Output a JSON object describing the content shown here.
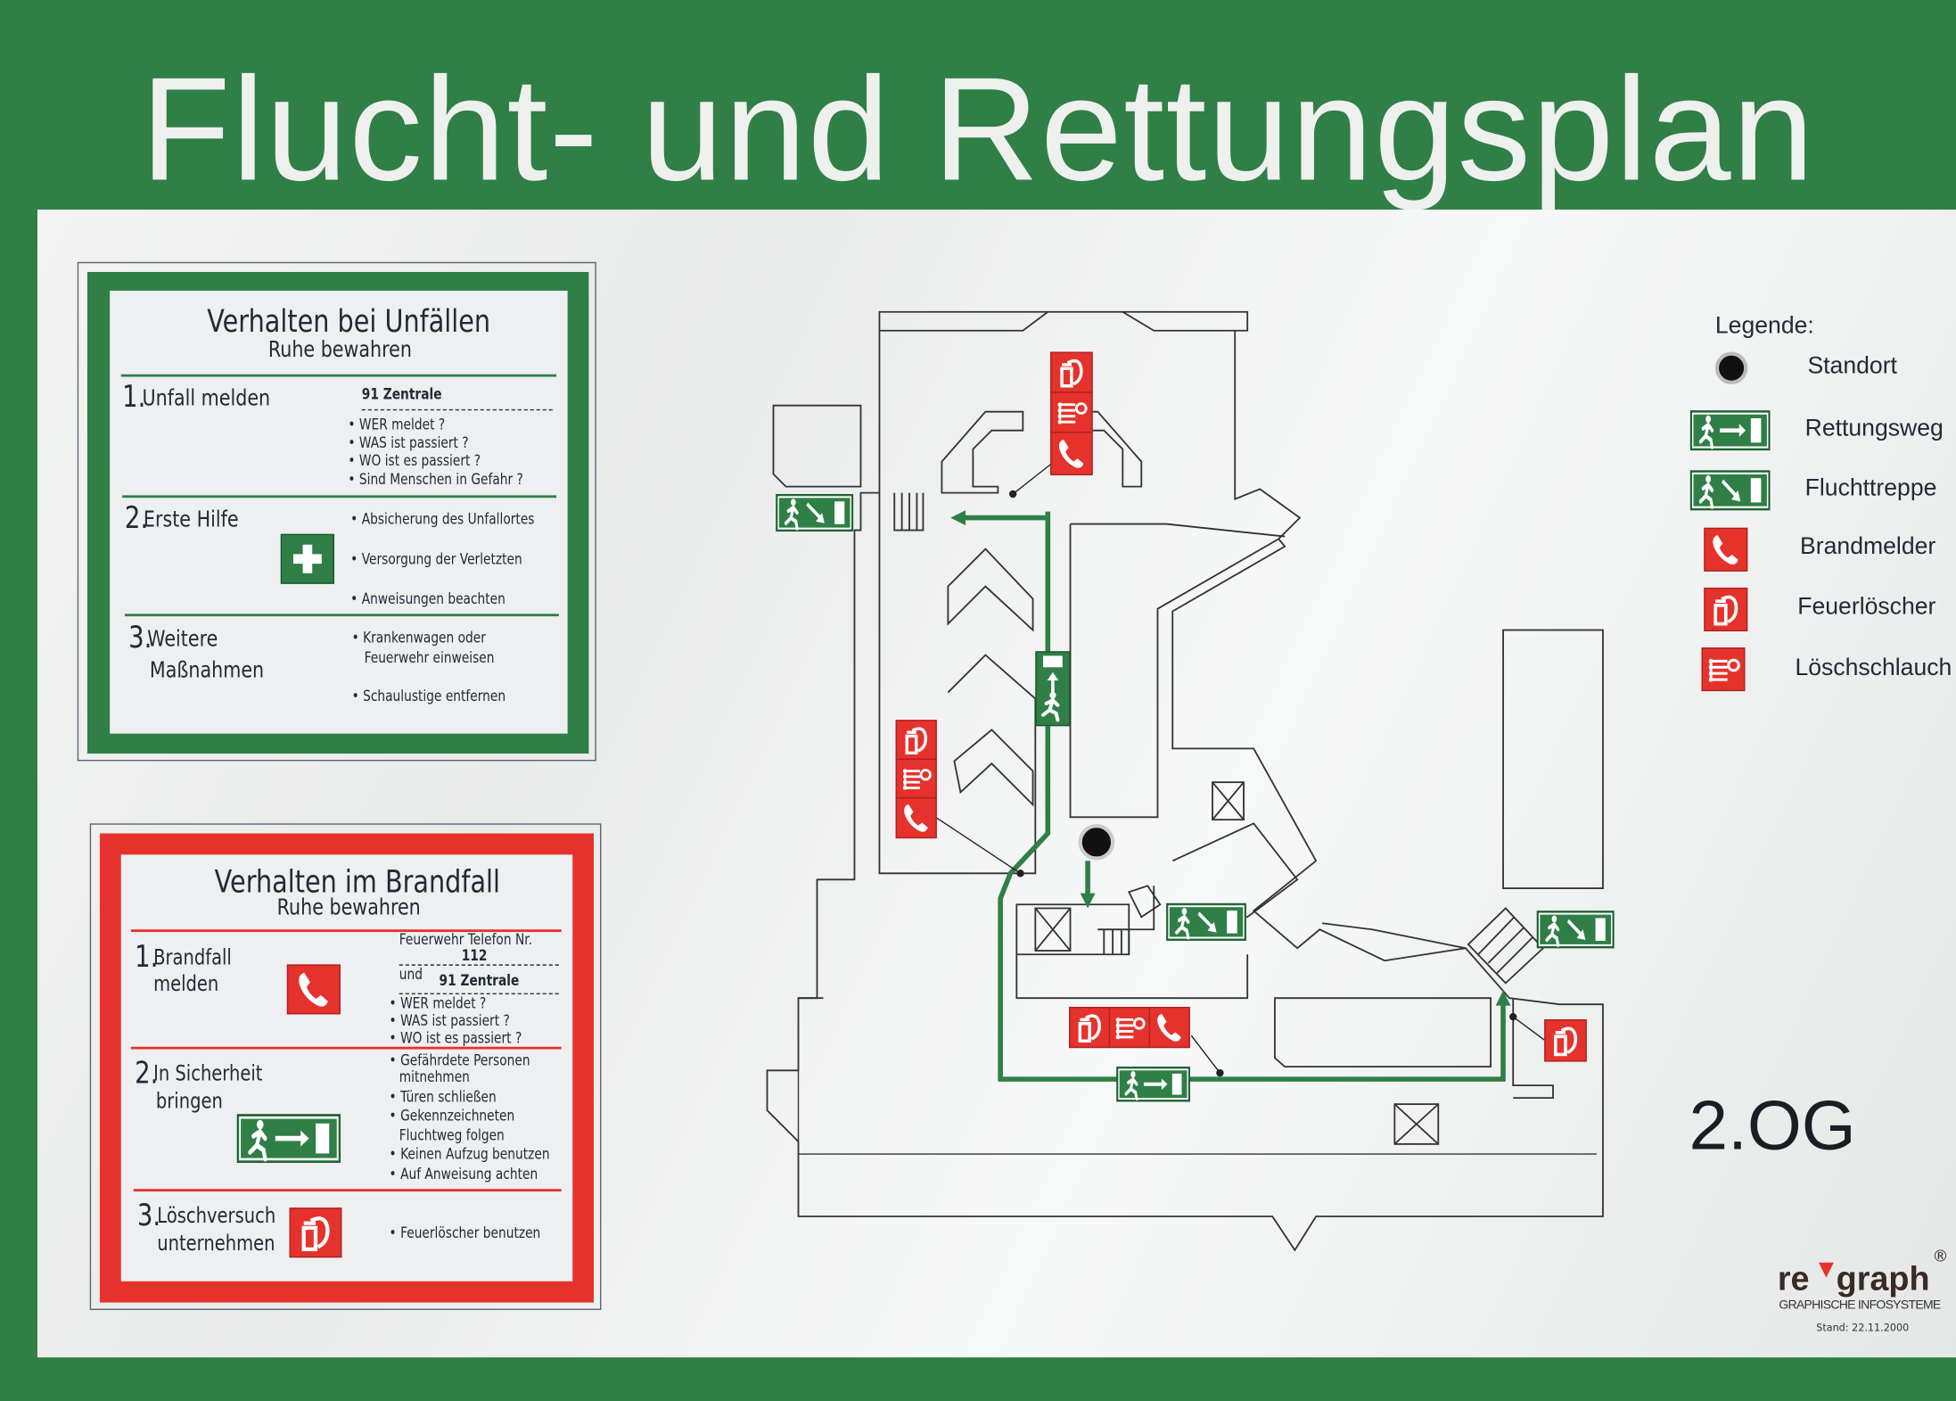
{
  "title": "Flucht- und Rettungsplan",
  "accident_box": {
    "title": "Verhalten bei Unfällen",
    "subtitle": "Ruhe bewahren",
    "step1": {
      "num": "1.",
      "label": "Unfall melden",
      "phone_label": "91 Zentrale",
      "bullets": [
        "WER meldet ?",
        "WAS ist passiert ?",
        "WO ist es passiert ?",
        "Sind Menschen in Gefahr ?"
      ]
    },
    "step2": {
      "num": "2.",
      "label": "Erste Hilfe",
      "bullets": [
        "Absicherung des Unfallortes",
        "Versorgung der Verletzten",
        "Anweisungen beachten"
      ]
    },
    "step3": {
      "num": "3.",
      "label_line1": "Weitere",
      "label_line2": "Maßnahmen",
      "bullets": [
        "Krankenwagen oder",
        "Feuerwehr einweisen",
        "Schaulustige entfernen"
      ]
    }
  },
  "fire_box": {
    "title": "Verhalten im Brandfall",
    "subtitle": "Ruhe bewahren",
    "step1": {
      "num": "1.",
      "label_line1": "Brandfall",
      "label_line2": "melden",
      "phone_caption": "Feuerwehr Telefon Nr.",
      "phone_number": "112",
      "and": "und",
      "phone_label": "91 Zentrale",
      "bullets": [
        "WER meldet ?",
        "WAS ist passiert ?",
        "WO ist es passiert ?"
      ]
    },
    "step2": {
      "num": "2.",
      "label_line1": "In Sicherheit",
      "label_line2": "bringen",
      "bullets": [
        "Gefährdete Personen",
        "mitnehmen",
        "Türen schließen",
        "Gekennzeichneten",
        "Fluchtweg folgen",
        "Keinen Aufzug benutzen",
        "Auf Anweisung achten"
      ]
    },
    "step3": {
      "num": "3.",
      "label_line1": "Löschversuch",
      "label_line2": "unternehmen",
      "bullets": [
        "Feuerlöscher benutzen"
      ]
    }
  },
  "legend": {
    "title": "Legende:",
    "items": [
      "Standort",
      "Rettungsweg",
      "Fluchttreppe",
      "Brandmelder",
      "Feuerlöscher",
      "Löschschlauch"
    ]
  },
  "floor": "2.OG",
  "brand": {
    "name_left": "re",
    "name_right": "graph",
    "reg": "®",
    "tagline": "GRAPHISCHE INFOSYSTEME",
    "date": "Stand: 22.11.2000"
  },
  "colors": {
    "green": "#2f7f46",
    "red": "#e6322c",
    "panel": "#eef0ef"
  }
}
